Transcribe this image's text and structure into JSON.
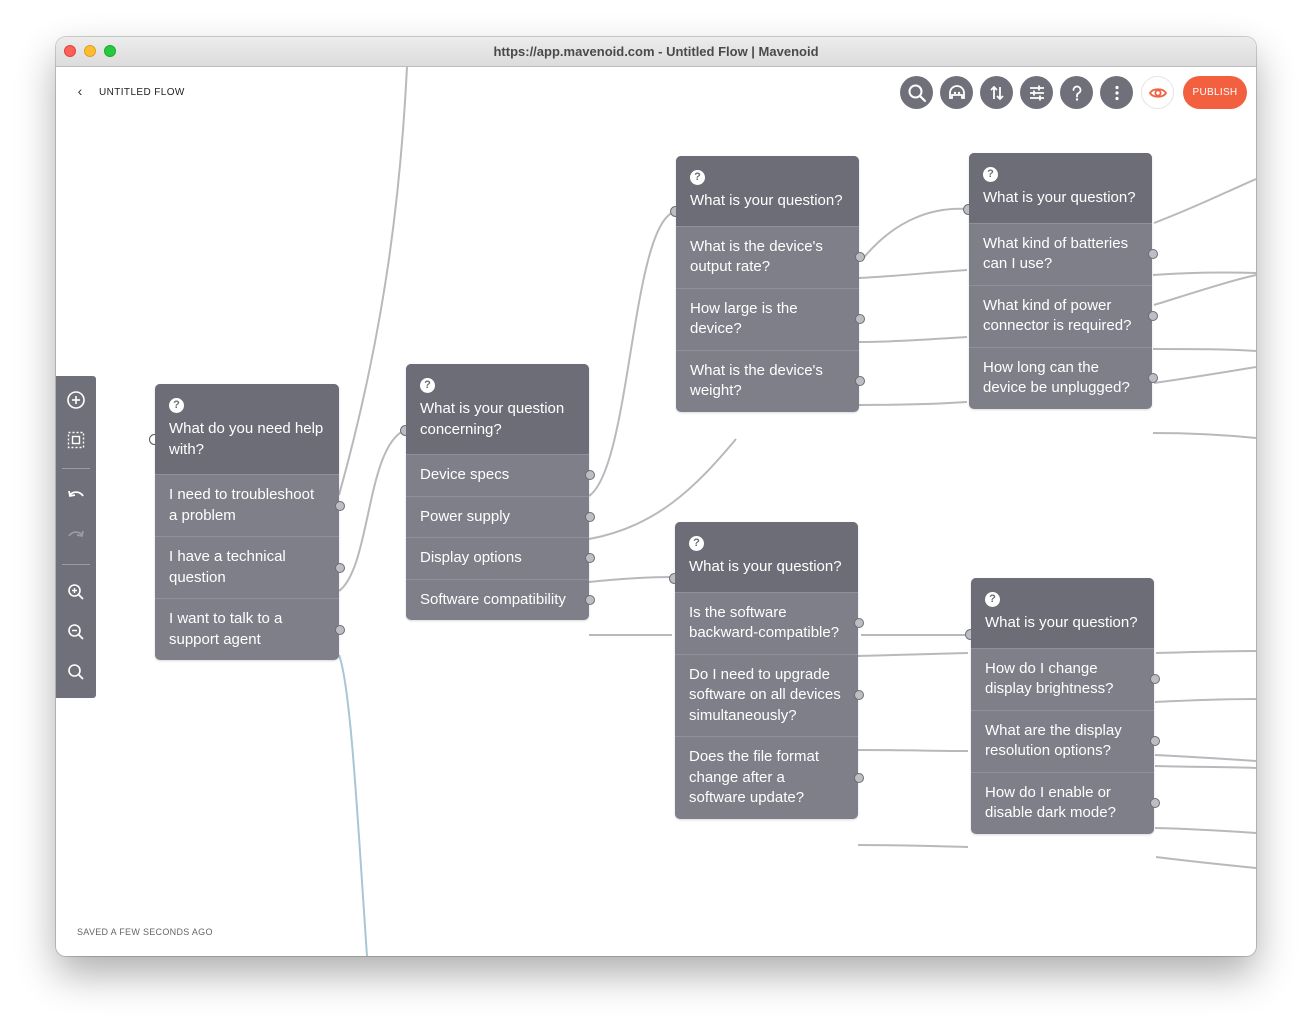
{
  "window": {
    "title": "https://app.mavenoid.com - Untitled Flow | Mavenoid"
  },
  "header": {
    "flow_title": "UNTITLED FLOW",
    "publish_label": "PUBLISH",
    "toolbar_icons": [
      "search-icon",
      "mascot-icon",
      "sort-arrows-icon",
      "sliders-icon",
      "help-icon",
      "more-icon"
    ],
    "preview_icon": "eye-icon",
    "accent_color": "#f2603f"
  },
  "sidebar": {
    "icons": [
      "add-node-icon",
      "select-area-icon",
      "undo-icon",
      "redo-icon",
      "zoom-in-icon",
      "zoom-out-icon",
      "zoom-reset-icon"
    ]
  },
  "footer": {
    "saved_text": "SAVED A FEW SECONDS AGO"
  },
  "nodes": {
    "n1": {
      "question": "What do you need help with?",
      "options": [
        "I need to troubleshoot a problem",
        "I have a technical question",
        "I want to talk to a support agent"
      ]
    },
    "n2": {
      "question": "What is your question concerning?",
      "options": [
        "Device specs",
        "Power supply",
        "Display options",
        "Software compatibility"
      ]
    },
    "n3": {
      "question": "What is your question?",
      "options": [
        "What is the device's output rate?",
        "How large is the device?",
        "What is the device's weight?"
      ]
    },
    "n4": {
      "question": "What is your question?",
      "options": [
        "What kind of batteries can I use?",
        "What kind of power connector is required?",
        "How long can the device be unplugged?"
      ]
    },
    "n5": {
      "question": "What is your question?",
      "options": [
        "Is the software backward-compatible?",
        "Do I need to upgrade software on all devices simultaneously?",
        "Does the file format change after a software update?"
      ]
    },
    "n6": {
      "question": "What is your question?",
      "options": [
        "How do I change display brightness?",
        "What are the display resolution options?",
        "How do I enable or disable dark mode?"
      ]
    }
  }
}
